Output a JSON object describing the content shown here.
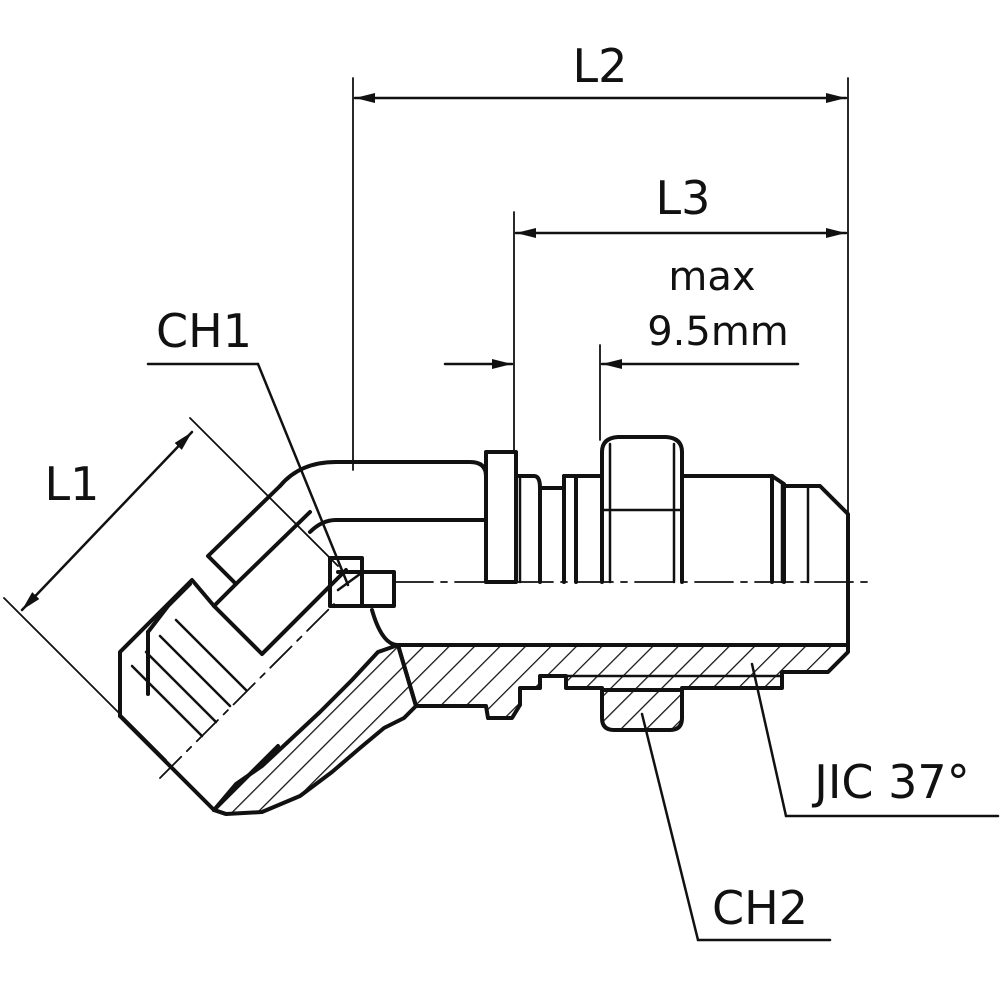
{
  "labels": {
    "l1": "L1",
    "l2": "L2",
    "l3": "L3",
    "ch1": "CH1",
    "ch2": "CH2",
    "max": "max",
    "max_value": "9.5mm",
    "jic": "JIC  37°"
  },
  "colors": {
    "line": "#111111",
    "background": "#ffffff"
  }
}
